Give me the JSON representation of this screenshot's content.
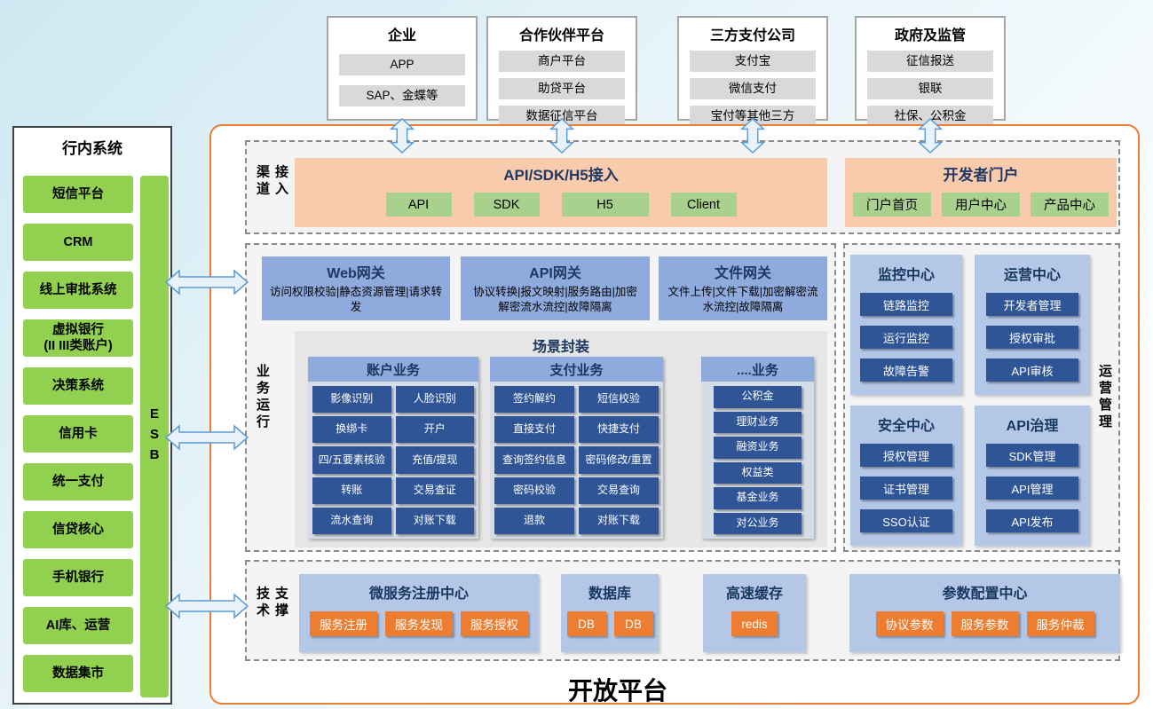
{
  "platform": {
    "title": "开放平台"
  },
  "external": {
    "boxes": [
      {
        "title": "企业",
        "items": [
          "APP",
          "SAP、金蝶等"
        ]
      },
      {
        "title": "合作伙伴平台",
        "items": [
          "商户平台",
          "助贷平台",
          "数据征信平台"
        ]
      },
      {
        "title": "三方支付公司",
        "items": [
          "支付宝",
          "微信支付",
          "宝付等其他三方"
        ]
      },
      {
        "title": "政府及监管",
        "items": [
          "征信报送",
          "银联",
          "社保、公积金"
        ]
      }
    ]
  },
  "internal": {
    "title": "行内系统",
    "esb": "ESB",
    "items": [
      "短信平台",
      "CRM",
      "线上审批系统",
      "虚拟银行\n(II III类账户)",
      "决策系统",
      "信用卡",
      "统一支付",
      "信贷核心",
      "手机银行",
      "AI库、运营",
      "数据集市"
    ]
  },
  "channel": {
    "label": "渠道接入",
    "access": {
      "title": "API/SDK/H5接入",
      "buttons": [
        "API",
        "SDK",
        "H5",
        "Client"
      ]
    },
    "portal": {
      "title": "开发者门户",
      "buttons": [
        "门户首页",
        "用户中心",
        "产品中心"
      ]
    }
  },
  "business": {
    "label": "业务运行",
    "gateways": [
      {
        "title": "Web网关",
        "desc": "访问权限校验|静态资源管理|请求转发"
      },
      {
        "title": "API网关",
        "desc": "协议转换|报文映射|服务路由|加密解密流水流控|故障隔离"
      },
      {
        "title": "文件网关",
        "desc": "文件上传|文件下载|加密解密流水流控|故障隔离"
      }
    ],
    "scene": {
      "title": "场景封装",
      "account": {
        "title": "账户业务",
        "col1": [
          "影像识别",
          "换绑卡",
          "四/五要素核验",
          "转账",
          "流水查询"
        ],
        "col2": [
          "人脸识别",
          "开户",
          "充值/提现",
          "交易查证",
          "对账下载"
        ]
      },
      "payment": {
        "title": "支付业务",
        "col1": [
          "签约解约",
          "直接支付",
          "查询签约信息",
          "密码校验",
          "退款"
        ],
        "col2": [
          "短信校验",
          "快捷支付",
          "密码修改/重置",
          "交易查询",
          "对账下载"
        ]
      },
      "other": {
        "title": "....业务",
        "col1": [
          "公积金",
          "理财业务",
          "融资业务",
          "权益类",
          "基金业务",
          "对公业务"
        ]
      }
    }
  },
  "ops": {
    "label": "运营管理",
    "centers": [
      {
        "title": "监控中心",
        "buttons": [
          "链路监控",
          "运行监控",
          "故障告警"
        ]
      },
      {
        "title": "运营中心",
        "buttons": [
          "开发者管理",
          "授权审批",
          "API审核"
        ]
      },
      {
        "title": "安全中心",
        "buttons": [
          "授权管理",
          "证书管理",
          "SSO认证"
        ]
      },
      {
        "title": "API治理",
        "buttons": [
          "SDK管理",
          "API管理",
          "API发布"
        ]
      }
    ]
  },
  "tech": {
    "label": "技术支撑",
    "boxes": [
      {
        "title": "微服务注册中心",
        "buttons": [
          "服务注册",
          "服务发现",
          "服务授权"
        ]
      },
      {
        "title": "数据库",
        "buttons": [
          "DB",
          "DB"
        ]
      },
      {
        "title": "高速缓存",
        "buttons": [
          "redis"
        ]
      },
      {
        "title": "参数配置中心",
        "buttons": [
          "协议参数",
          "服务参数",
          "服务仲裁"
        ]
      }
    ]
  }
}
